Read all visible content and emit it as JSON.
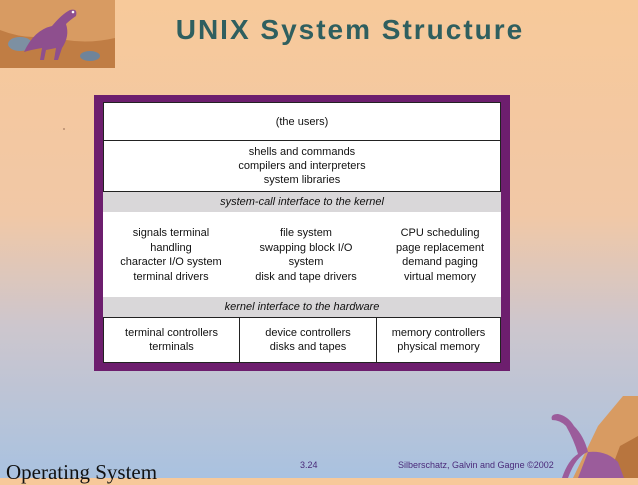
{
  "slide": {
    "title": "UNIX System Structure",
    "footer_left": "Operating System",
    "page_number": "3.24",
    "copyright": "Silberschatz, Galvin and  Gagne ©2002"
  },
  "diagram": {
    "users": "(the users)",
    "shells_lines": [
      "shells and commands",
      "compilers and interpreters",
      "system libraries"
    ],
    "syscall_band": "system-call interface to the kernel",
    "kernel_left": [
      "signals terminal",
      "handling",
      "character I/O system",
      "terminal drivers"
    ],
    "kernel_middle": [
      "file system",
      "swapping block I/O",
      "system",
      "disk and tape drivers"
    ],
    "kernel_right": [
      "CPU scheduling",
      "page replacement",
      "demand paging",
      "virtual memory"
    ],
    "hardware_band": "kernel interface to the hardware",
    "hw_left": [
      "terminal controllers",
      "terminals"
    ],
    "hw_middle": [
      "device controllers",
      "disks and tapes"
    ],
    "hw_right": [
      "memory controllers",
      "physical memory"
    ]
  },
  "colors": {
    "title": "#2f5f5f",
    "frame": "#6d1e6e",
    "band": "#d9d7d9"
  }
}
